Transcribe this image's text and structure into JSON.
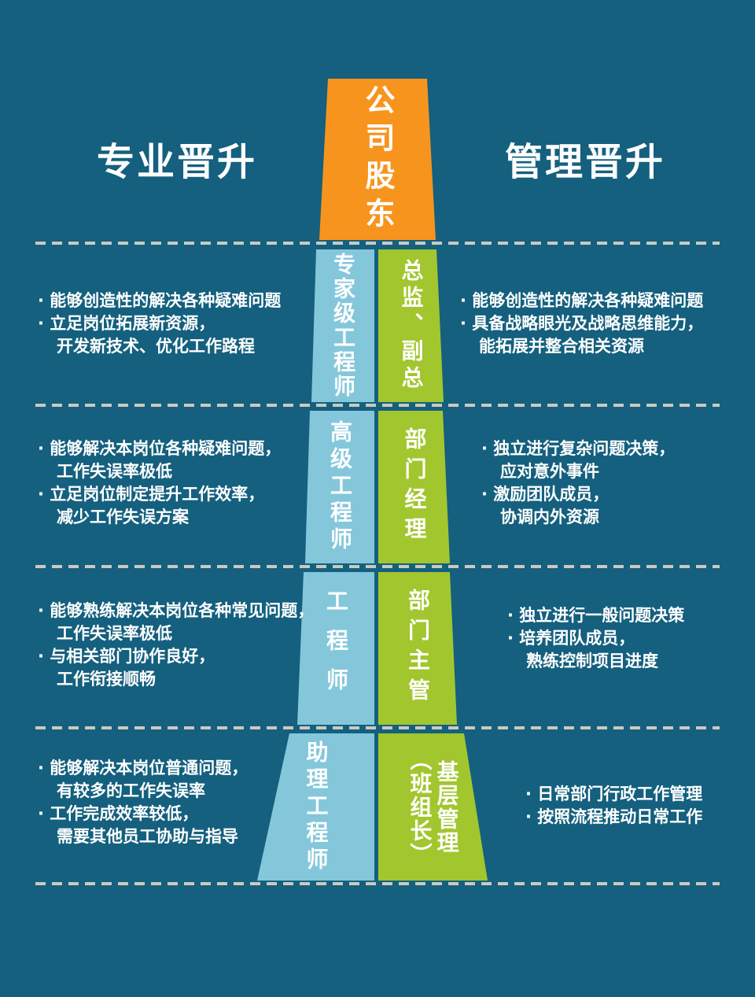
{
  "titles": {
    "left": "专业晋升",
    "right": "管理晋升"
  },
  "colors": {
    "bg": "#14607E",
    "orange": "#F7941E",
    "blue": "#84C7DB",
    "green": "#A2C62E",
    "divider": "#CCC9C0",
    "text": "#FFFFFF"
  },
  "pyramid": {
    "top_role": "公司股东",
    "levels": [
      {
        "left_role": "专家级工程师",
        "right_role": "总监、副总",
        "left_points": [
          {
            "t": "· 能够创造性的解决各种疑难问题",
            "c": false
          },
          {
            "t": "· 立足岗位拓展新资源，",
            "c": false
          },
          {
            "t": "开发新技术、优化工作路程",
            "c": true
          }
        ],
        "right_points": [
          {
            "t": "· 能够创造性的解决各种疑难问题",
            "c": false
          },
          {
            "t": "· 具备战略眼光及战略思维能力，",
            "c": false
          },
          {
            "t": "能拓展并整合相关资源",
            "c": true
          }
        ]
      },
      {
        "left_role": "高级工程师",
        "right_role": "部门经理",
        "left_points": [
          {
            "t": "· 能够解决本岗位各种疑难问题，",
            "c": false
          },
          {
            "t": "工作失误率极低",
            "c": true
          },
          {
            "t": "· 立足岗位制定提升工作效率，",
            "c": false
          },
          {
            "t": "减少工作失误方案",
            "c": true
          }
        ],
        "right_points": [
          {
            "t": "· 独立进行复杂问题决策，",
            "c": false
          },
          {
            "t": "应对意外事件",
            "c": true
          },
          {
            "t": "· 激励团队成员，",
            "c": false
          },
          {
            "t": "协调内外资源",
            "c": true
          }
        ]
      },
      {
        "left_role": "工程师",
        "right_role": "部门主管",
        "left_points": [
          {
            "t": "· 能够熟练解决本岗位各种常见问题，",
            "c": false
          },
          {
            "t": "工作失误率极低",
            "c": true
          },
          {
            "t": "· 与相关部门协作良好，",
            "c": false
          },
          {
            "t": "工作衔接顺畅",
            "c": true
          }
        ],
        "right_points": [
          {
            "t": "· 独立进行一般问题决策",
            "c": false
          },
          {
            "t": "· 培养团队成员，",
            "c": false
          },
          {
            "t": "熟练控制项目进度",
            "c": true
          }
        ]
      },
      {
        "left_role": "助理工程师",
        "right_role": "基层管理",
        "right_role_note": "（班组长）",
        "left_points": [
          {
            "t": "· 能够解决本岗位普通问题，",
            "c": false
          },
          {
            "t": "有较多的工作失误率",
            "c": true
          },
          {
            "t": "· 工作完成效率较低，",
            "c": false
          },
          {
            "t": "需要其他员工协助与指导",
            "c": true
          }
        ],
        "right_points": [
          {
            "t": "· 日常部门行政工作管理",
            "c": false
          },
          {
            "t": "· 按照流程推动日常工作",
            "c": false
          }
        ]
      }
    ]
  }
}
